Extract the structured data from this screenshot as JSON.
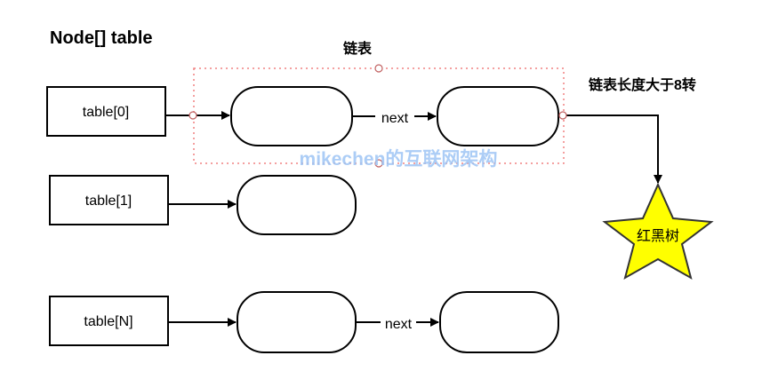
{
  "diagram": {
    "title": "Node[] table",
    "linked_list_label": "链表",
    "threshold_label": "链表长度大于8转",
    "watermark": "mikechen的互联网架构",
    "tree_label": "红黑树",
    "slots": [
      {
        "label": "table[0]"
      },
      {
        "label": "table[1]"
      },
      {
        "label": "table[N]"
      }
    ],
    "next_labels": [
      "next",
      "next"
    ],
    "colors": {
      "stroke": "#000000",
      "selection": "#f08080",
      "watermark": "#9ec5f5",
      "star_fill": "#ffff00",
      "star_stroke": "#333333"
    }
  }
}
